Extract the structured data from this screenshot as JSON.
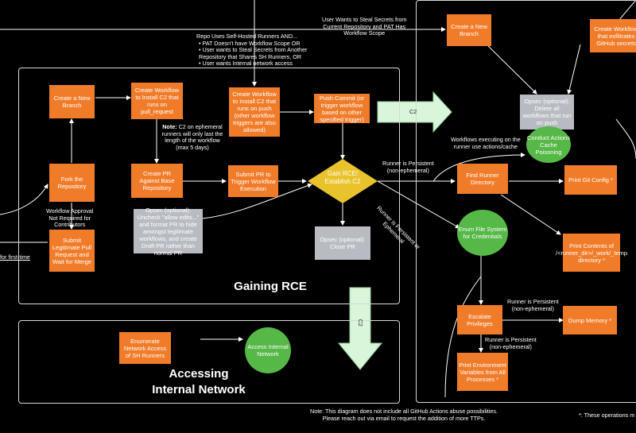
{
  "regions": {
    "gaining_title": "Gaining RCE",
    "internal_title_1": "Accessing",
    "internal_title_2": "Internal Network"
  },
  "boxes": {
    "create_branch_left": "Create a New Branch",
    "create_workflow_c2": "Create Workflow to Install C2 that runs on pull_request",
    "fork_repo": "Fork the Repository",
    "submit_pr_merge": "Submit Legitimate Pull Request and Wait for Merge",
    "create_pr": "Create PR Against Base Repository",
    "submit_pr_trigger": "Submit PR to Trigger Workflow Execution",
    "create_workflow_push": "Create Workflow to Install C2 that runs on push (other workflow triggers are also allowed)",
    "push_commit": "Push Commit (or trigger workflow based on other specified trigger)",
    "enumerate_network": "Enumerate Network Access of SH Runners",
    "create_branch_right": "Create a New Branch",
    "workflow_exfil": "Create Workflow that exfiltrates GitHub secrets",
    "find_runner_dir": "Find Runner Directory",
    "print_git_config": "Print Git Config *",
    "print_contents": "Print Contents of /<runner_dir>/_work/_temp directory *",
    "escalate_priv": "Escalate Privileges",
    "dump_memory": "Dump Memory *",
    "print_env": "Print Environment Variables from All Processes *"
  },
  "gray_boxes": {
    "opsec_uncheck": "Opsec (optional): Uncheck \"allow edits...\" and format PR to hide amongst legitimate workflows, and create Draft PR rather than normal PR",
    "opsec_close_pr": "Opsec (optional): Close PR",
    "opsec_delete_workflows": "Opsec (optional): Delete all workflows that run on push"
  },
  "circles": {
    "access_internal": "Access Internal Network",
    "cache_poisoning": "Conduct Actions Cache Poisoning",
    "enum_fs": "Enum File System for Credentials"
  },
  "diamond": "Gain RCE/ Establish C2",
  "labels": {
    "steal_secrets": "User Wants to Steal Secrets from\nCurrent Repository and PAT Has\nWorkflow Scope",
    "sh_runners_head": "Repo Uses Self-Hosted Runners AND...",
    "sh_runners_items": [
      "PAT Doesn't have Workflow Scope OR",
      "User wants to Steal Secrets from Another Repository that Shares SH Runners, OR",
      "User wants Internal network access"
    ],
    "note_c2_bold": "Note:",
    "note_c2": " C2 on ephemeral runners will only last the length of the workflow (max 5 days)",
    "workflow_approval": "Workflow Approval\nNot Required for\nContributors",
    "first_time": "for first-time",
    "c2_top": "C2",
    "c2_down": "C2",
    "workflows_cache": "Workflows executing on the\nrunner use actions/cache",
    "runner_persistent_1": "Runner is Persistent\n(non-ephemeral)",
    "runner_persistent_or_eph": "Runner is Persistent or\nEphemeral",
    "runner_persistent_2": "Runner is Persistent\n(non-ephemeral)",
    "runner_persistent_3": "Runner is Persistent\n(non-ephemeral)",
    "footnote": "Note: This diagram does not include all GitHub Actions abuse possibilities.\nPlease reach out via email to request the addition of more TTPs.",
    "operations": "*: These operations m"
  },
  "colors": {
    "background": "#000000",
    "action_box": "#f07c2a",
    "opsec_box": "#b8bcc2",
    "goal_circle": "#56b847",
    "diamond": "#e9c32b",
    "big_arrow": "#d9f5da",
    "line": "#ffffff"
  }
}
